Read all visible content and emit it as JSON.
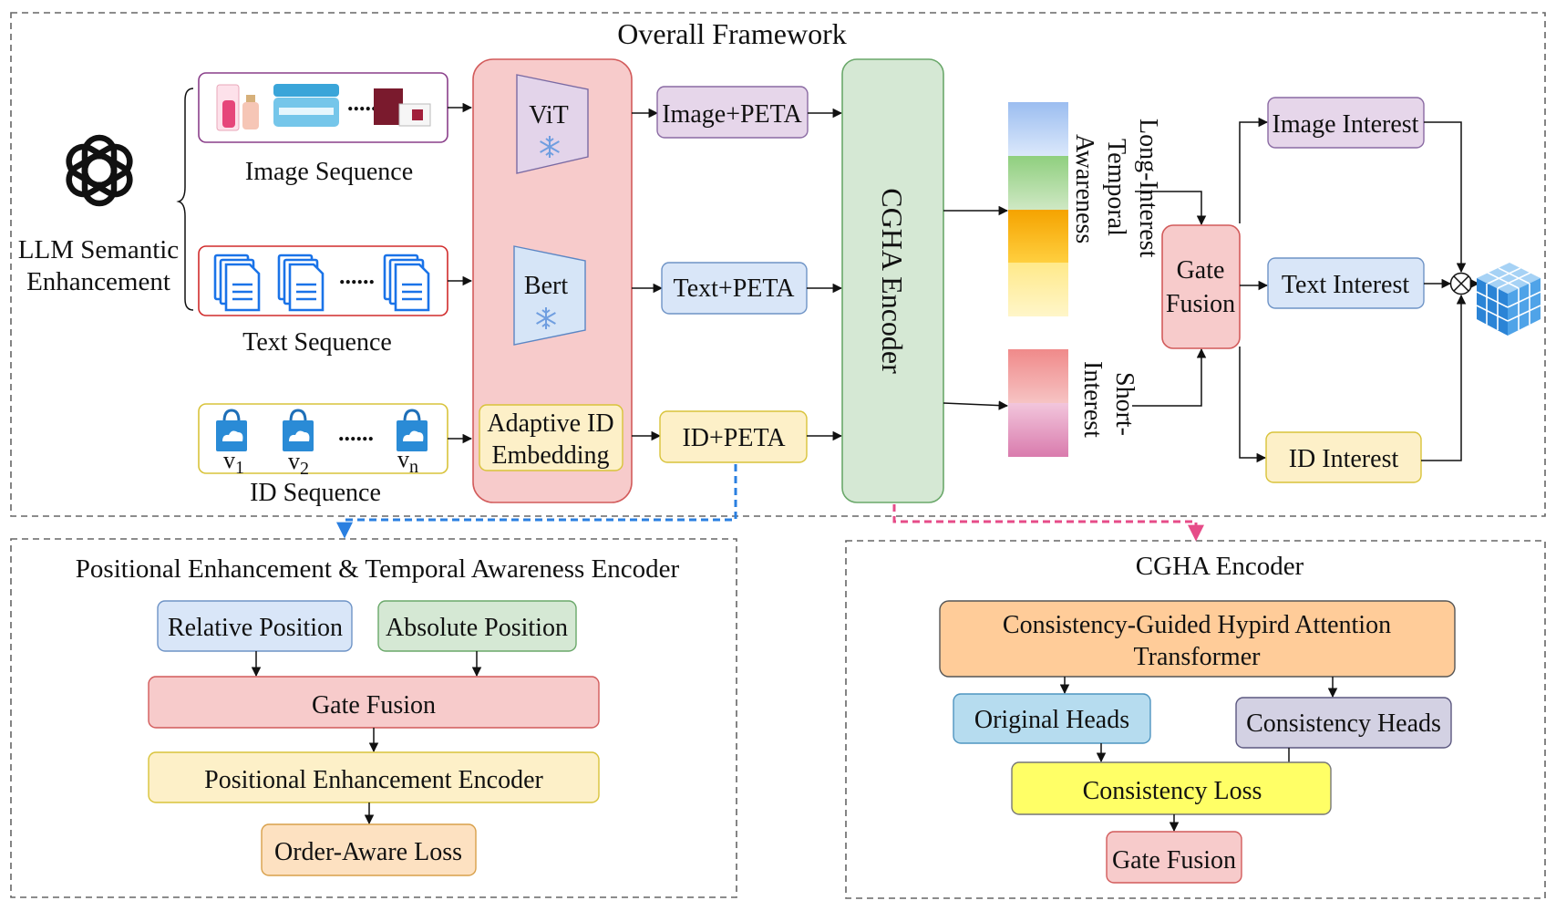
{
  "panels": {
    "overall_title": "Overall Framework",
    "positional_title": "Positional  Enhancement  & Temporal Awareness Encoder",
    "cgha_title": "CGHA  Encoder"
  },
  "llm": {
    "line1": "LLM Semantic",
    "line2": "Enhancement"
  },
  "inputs": {
    "image_seq": "Image Sequence",
    "text_seq": "Text Sequence",
    "id_seq": "ID Sequence",
    "ellipsis": "......",
    "v1": "v",
    "v1_sub": "1",
    "v2": "v",
    "v2_sub": "2",
    "vn": "v",
    "vn_sub": "n"
  },
  "encoders": {
    "vit": "ViT",
    "bert": "Bert",
    "adaptive_line1": "Adaptive ID",
    "adaptive_line2": "Embedding"
  },
  "peta": {
    "image": "Image+PETA",
    "text": "Text+PETA",
    "id": "ID+PETA"
  },
  "cgha_vertical": "CGHA  Encoder",
  "long_interest": {
    "line1": "Long-Interest",
    "line2": "Temporal",
    "line3": "Awareness"
  },
  "short_interest": {
    "line1": "Short-",
    "line2": "Interest"
  },
  "gate": {
    "line1": "Gate",
    "line2": "Fusion"
  },
  "interests": {
    "image": "Image Interest",
    "text": "Text  Interest",
    "id": "ID  Interest"
  },
  "positional": {
    "relative": "Relative Position",
    "absolute": "Absolute Position",
    "gate_fusion": "Gate Fusion",
    "pe_encoder": "Positional Enhancement  Encoder",
    "order_loss": "Order-Aware Loss"
  },
  "cgha": {
    "transformer_line1": "Consistency-Guided Hypird Attention",
    "transformer_line2": "Transformer",
    "original_heads": "Original Heads",
    "consistency_heads": "Consistency Heads",
    "consistency_loss": "Consistency Loss",
    "gate_fusion": "Gate Fusion"
  },
  "colors": {
    "purple_fill": "#e6d6ea",
    "blue_fill": "#d9e6f8",
    "yellow_fill": "#fdf0c8",
    "pink_fill": "#f7cbcb",
    "green_fill": "#d5e8d4",
    "orange_fill": "#ffcc99",
    "teal_fill": "#b6dcef",
    "lavender_fill": "#d3d1e3",
    "bright_yellow": "#ffff66",
    "blue_dash": "#2a7fe0",
    "pink_dash": "#e64c88"
  }
}
